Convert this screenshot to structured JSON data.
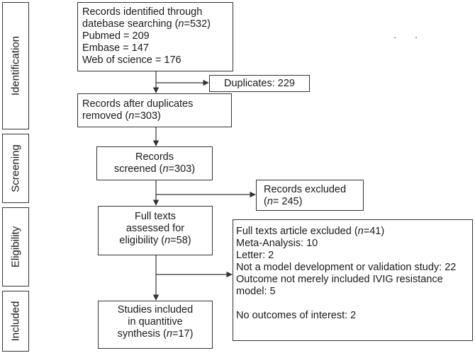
{
  "phases": {
    "identification": "Identification",
    "screening": "Screening",
    "eligibility": "Eligibility",
    "included": "Included"
  },
  "identified": {
    "line1": "Records identified through",
    "line2_pre": "datebase searching (",
    "n_symbol": "n",
    "line2_post": "=532)",
    "line3": "Pubmed = 209",
    "line4": "Embase = 147",
    "line5": "Web of science = 176"
  },
  "duplicates": {
    "text": "Duplicates: 229"
  },
  "after_duplicates": {
    "line1": "Records after duplicates",
    "line2_pre": "removed (",
    "n_symbol": "n",
    "line2_post": "=303)"
  },
  "screened": {
    "line1": "Records",
    "line2_pre": "screened (",
    "n_symbol": "n",
    "line2_post": "=303)"
  },
  "excluded": {
    "line1": "Records excluded",
    "line2_pre": "(",
    "n_symbol": "n",
    "line2_post": "= 245)"
  },
  "fulltext": {
    "line1": "Full texts",
    "line2": "assessed for",
    "line3_pre": "eligibility (",
    "n_symbol": "n",
    "line3_post": "=58)"
  },
  "fulltext_excluded": {
    "line1_pre": "Full texts article excluded (",
    "n_symbol": "n",
    "line1_post": "=41)",
    "line2": "Meta-Analysis: 10",
    "line3": "Letter: 2",
    "line4": "Not a model development or validation study: 22",
    "line5": "Outcome not merely included IVIG resistance",
    "line6": "model: 5",
    "line7": "No outcomes of interest: 2"
  },
  "included_box": {
    "line1": "Studies included",
    "line2": "in quantitive",
    "line3_pre": "synthesis (",
    "n_symbol": "n",
    "line3_post": "=17)"
  }
}
